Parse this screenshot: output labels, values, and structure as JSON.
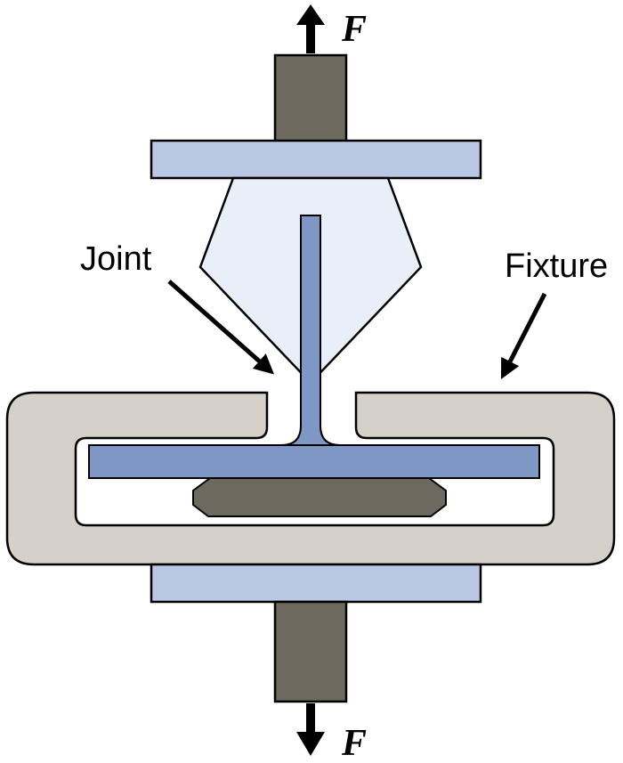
{
  "diagram": {
    "labels": {
      "force_top": "F",
      "force_bottom": "F",
      "joint": "Joint",
      "fixture": "Fixture"
    },
    "colors": {
      "background": "#ffffff",
      "outline": "#000000",
      "arrow": "#000000",
      "rod_gray": "#6e695f",
      "platen_blue": "#b9c7e5",
      "specimen_blue": "#7e97c5",
      "wedge_light_blue": "#e9eff8",
      "fixture_gray": "#d5d1c8",
      "block_gray": "#6e695f"
    }
  }
}
